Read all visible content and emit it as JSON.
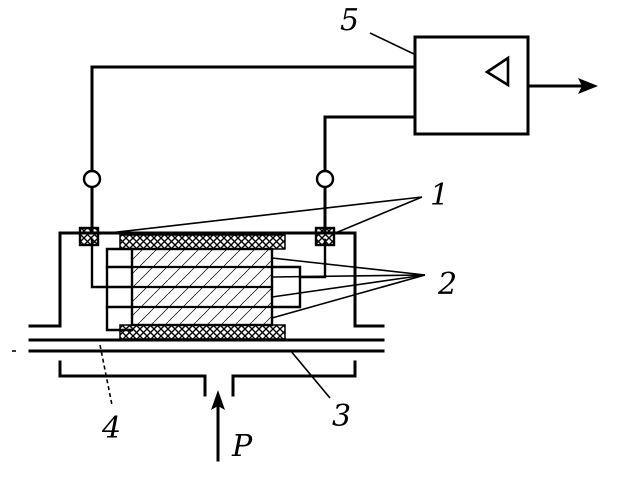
{
  "labels": {
    "one": "1",
    "two": "2",
    "three": "3",
    "four": "4",
    "five": "5",
    "pressure": "P"
  },
  "amplifier": {
    "symbol": "triangle-icon"
  },
  "colors": {
    "ink": "#000000",
    "paper": "#ffffff"
  }
}
